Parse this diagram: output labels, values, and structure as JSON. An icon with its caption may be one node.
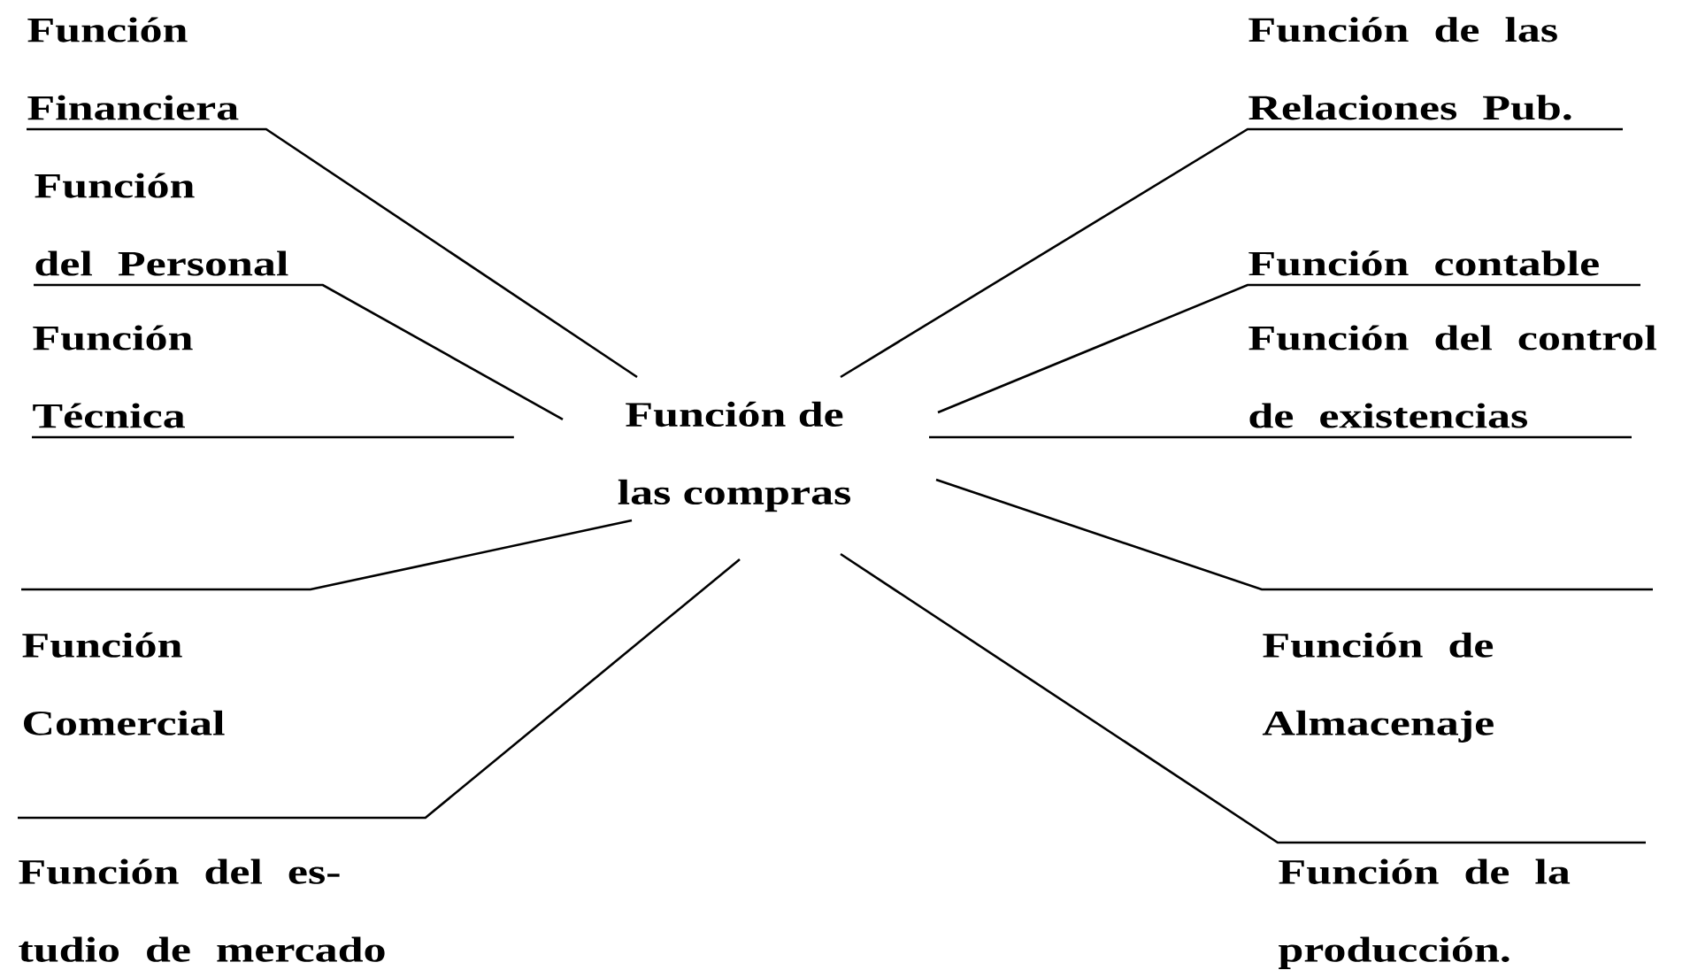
{
  "diagram": {
    "nodes": [
      {
        "text": [
          "Función de las compras"
        ]
      },
      {
        "text": [
          "Función Financiera"
        ]
      },
      {
        "text": [
          "Función del Personal"
        ]
      },
      {
        "text": [
          "Función Técnica"
        ]
      },
      {
        "text": [
          "Función Comercial"
        ]
      },
      {
        "text": [
          "Función del es- tudio de mercado"
        ]
      },
      {
        "text": [
          "Función de las Relaciones Pub."
        ]
      },
      {
        "text": [
          "Función contable"
        ]
      },
      {
        "text": [
          "Función del control de existencias"
        ]
      },
      {
        "text": [
          "Función de Almacenaje"
        ]
      },
      {
        "text": [
          "Función de la producción."
        ]
      }
    ],
    "edges": [
      {
        "from": 0,
        "to": 1,
        "arrow": "none"
      },
      {
        "from": 0,
        "to": 2,
        "arrow": "none"
      },
      {
        "from": 0,
        "to": 3,
        "arrow": "none"
      },
      {
        "from": 0,
        "to": 4,
        "arrow": "none"
      },
      {
        "from": 0,
        "to": 5,
        "arrow": "none"
      },
      {
        "from": 0,
        "to": 6,
        "arrow": "none"
      },
      {
        "from": 0,
        "to": 7,
        "arrow": "none"
      },
      {
        "from": 0,
        "to": 8,
        "arrow": "none"
      },
      {
        "from": 0,
        "to": 9,
        "arrow": "none"
      },
      {
        "from": 0,
        "to": 10,
        "arrow": "none"
      }
    ]
  }
}
